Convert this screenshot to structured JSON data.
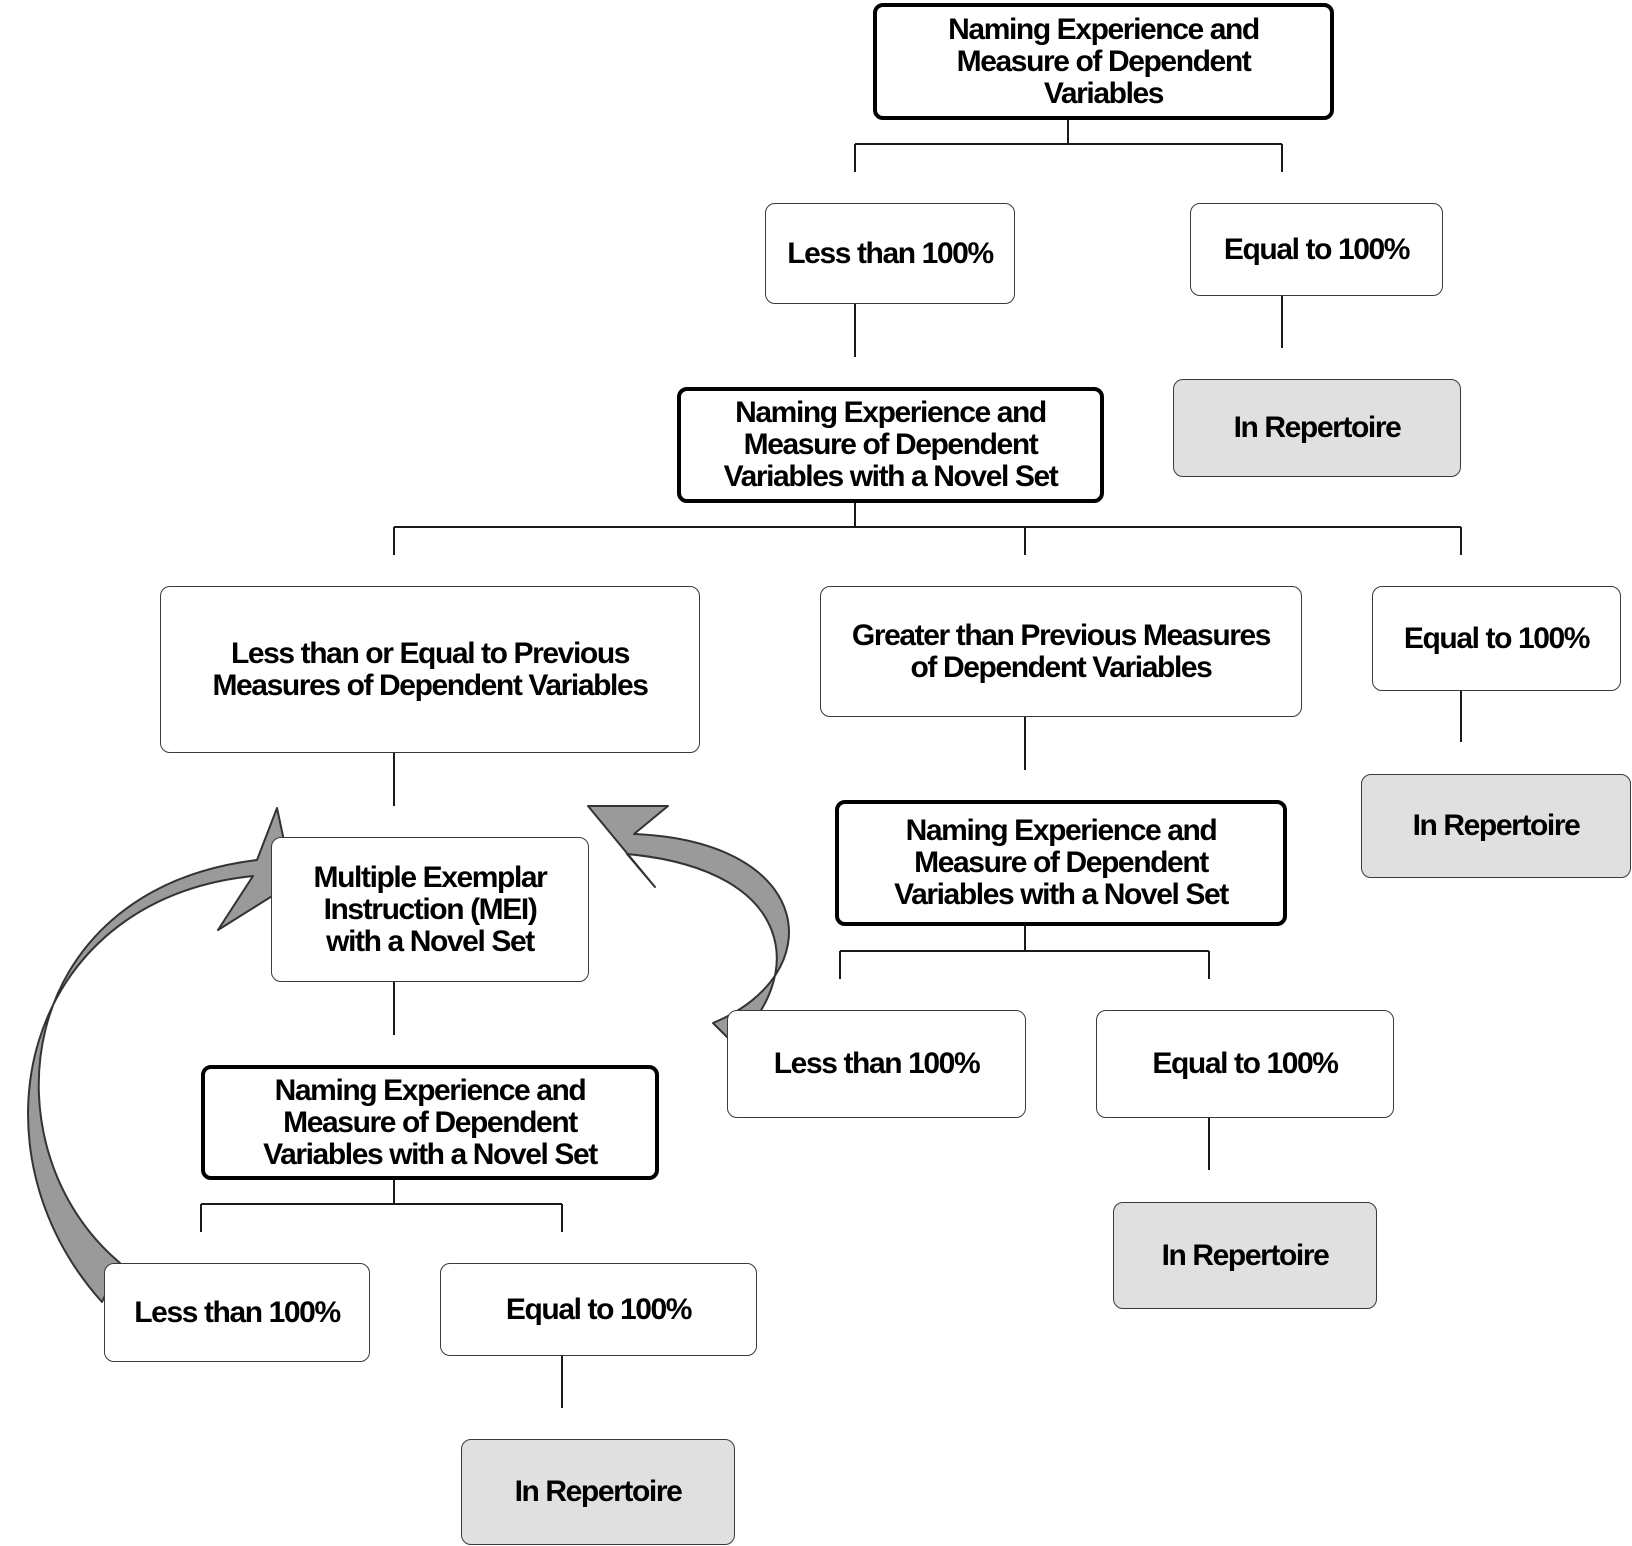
{
  "colors": {
    "line": "#1a1a1a",
    "box_border": "#3a3a3a",
    "terminal_fill": "#e0e0e0",
    "arrow_fill": "#9a9a9a",
    "arrow_stroke": "#333333"
  },
  "nodes": {
    "top_decision": "Naming Experience and\nMeasure of Dependent\nVariables",
    "top_less": "Less than 100%",
    "top_equal": "Equal to 100%",
    "top_repertoire": "In Repertoire",
    "second_decision": "Naming Experience and\nMeasure of Dependent\nVariables with a Novel Set",
    "less_or_equal_previous": "Less than or Equal to Previous\nMeasures of Dependent Variables",
    "greater_previous": "Greater than Previous Measures\nof Dependent Variables",
    "second_equal": "Equal to 100%",
    "second_repertoire": "In Repertoire",
    "mei": "Multiple Exemplar\nInstruction (MEI)\nwith a Novel Set",
    "right_decision": "Naming Experience and\nMeasure of Dependent\nVariables with a Novel Set",
    "right_less": "Less than 100%",
    "right_equal": "Equal to 100%",
    "right_repertoire": "In Repertoire",
    "bottom_decision": "Naming Experience and\nMeasure of Dependent\nVariables with a Novel Set",
    "bottom_less": "Less than 100%",
    "bottom_equal": "Equal to 100%",
    "bottom_repertoire": "In Repertoire"
  }
}
